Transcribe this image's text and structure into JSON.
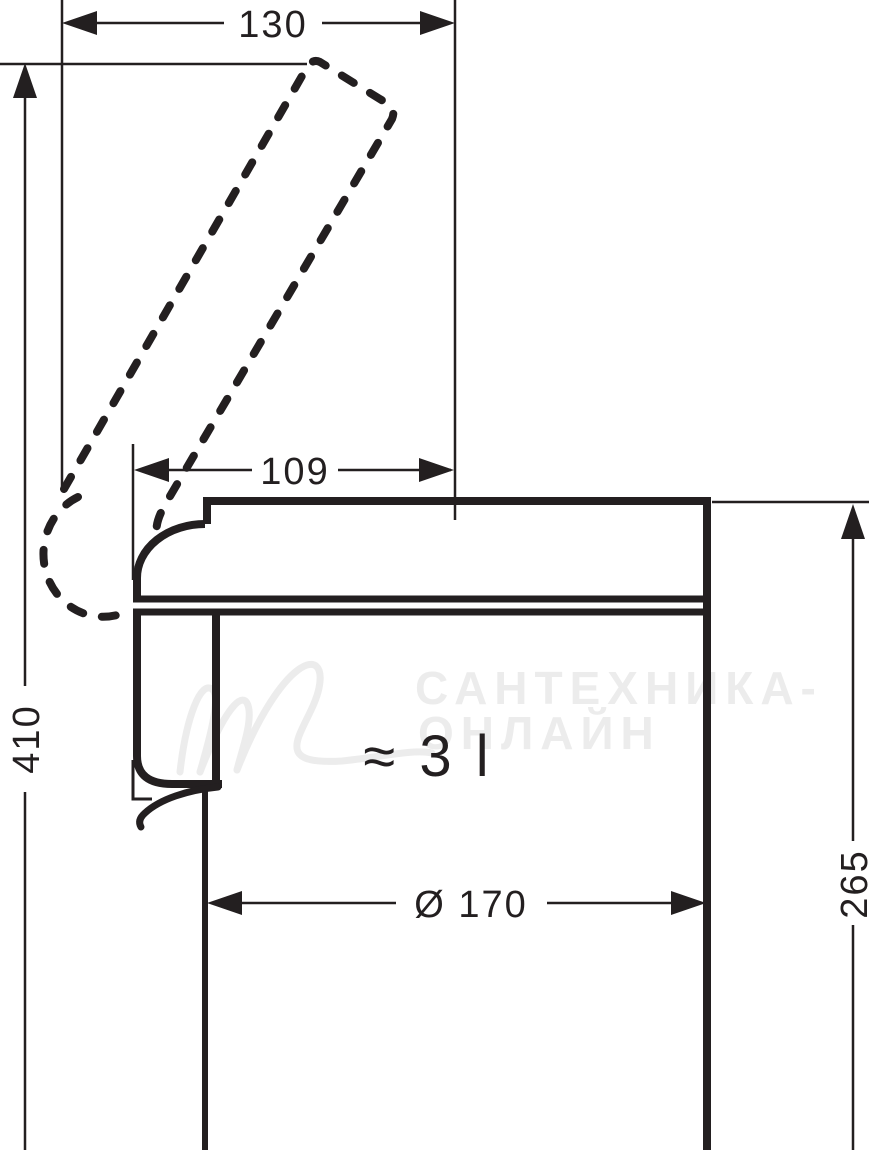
{
  "diagram": {
    "type": "technical-drawing",
    "subject": "pedal waste bin with open lid, side elevation",
    "units": "mm",
    "colors": {
      "line": "#231f20",
      "watermark": "#ececec",
      "background": "#ffffff"
    },
    "dimensions": {
      "open_lid_overhang": "130",
      "lid_depth": "109",
      "height_with_open_lid": "410",
      "body_height": "265",
      "body_diameter": "Ø 170",
      "capacity": "≈ 3 l"
    }
  },
  "watermark": {
    "line1": "САНТЕХНИКА-",
    "line2": "ОНЛАЙН"
  }
}
